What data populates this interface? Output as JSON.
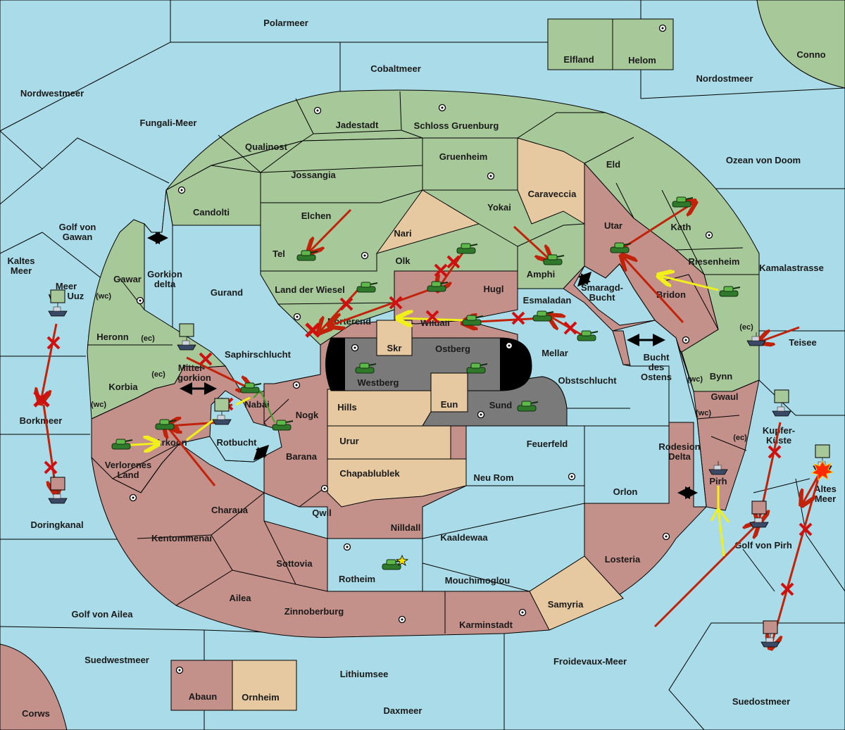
{
  "regions": {
    "polarmeer": "Polarmeer",
    "cobaltmeer": "Cobaltmeer",
    "nordwestmeer": "Nordwestmeer",
    "nordostmeer": "Nordostmeer",
    "conno": "Conno",
    "elfland": "Elfland",
    "helom": "Helom",
    "fungali": "Fungali-Meer",
    "jadestadt": "Jadestadt",
    "schloss": "Schloss Gruenburg",
    "qualinost": "Qualinost",
    "jossangia": "Jossangia",
    "gruenheim": "Gruenheim",
    "caraveccia": "Caraveccia",
    "eld": "Eld",
    "ozean": "Ozean von Doom",
    "candolti": "Candolti",
    "elchen": "Elchen",
    "nari": "Nari",
    "yokai": "Yokai",
    "utar": "Utar",
    "kath": "Kath",
    "golf_gawan": "Golf von Gawan",
    "tel": "Tel",
    "olk": "Olk",
    "amphi": "Amphi",
    "riesenheim": "Riesenheim",
    "kamalastrasse": "Kamalastrasse",
    "kaltes_meer": "Kaltes Meer",
    "gawar": "Gawar",
    "gorkion_delta": "Gorkion delta",
    "gurand": "Gurand",
    "land_wiesel": "Land der Wiesel",
    "hugl": "Hugl",
    "smaragd": "Smaragd-Bucht",
    "bridon": "Bridon",
    "meer_uuz": "Meer von Uuz",
    "wc": "(wc)",
    "ec": "(ec)",
    "esmaladan": "Esmaladan",
    "norterend": "Norterend",
    "wildall": "Wildall",
    "heronn": "Heronn",
    "skr": "Skr",
    "ostberg": "Ostberg",
    "mellar": "Mellar",
    "teisee": "Teisee",
    "saphirschlucht": "Saphirschlucht",
    "bucht_ostens": "Bucht des Ostens",
    "mittelgorkion": "Mittel-gorkion",
    "westberg": "Westberg",
    "obstschlucht": "Obstschlucht",
    "bynn": "Bynn",
    "korbia": "Korbia",
    "nabai": "Nabai",
    "hills": "Hills",
    "eun": "Eun",
    "sund": "Sund",
    "gwaul": "Gwaul",
    "borkmeer": "Borkmeer",
    "nogk": "Nogk",
    "kupferkueste": "Kupfer-Küste",
    "arkoon": "Arkoon",
    "rotbucht": "Rotbucht",
    "urur": "Urur",
    "feuerfeld": "Feuerfeld",
    "rodesion": "Rodesion Delta",
    "verlorenes": "Verlorenes Land",
    "barana": "Barana",
    "chapablublek": "Chapablublek",
    "altes_meer": "Altes Meer",
    "neu_rom": "Neu Rom",
    "pirh": "Pirh",
    "orlon": "Orlon",
    "charaua": "Charaua",
    "qwil": "Qwil",
    "nilldall": "Nilldall",
    "doringkanal": "Doringkanal",
    "kentommenai": "Kentommenai",
    "kaaldewaa": "Kaaldewaa",
    "golf_pirh": "Golf von Pirh",
    "sottovia": "Sottovia",
    "losteria": "Losteria",
    "rotheim": "Rotheim",
    "mouchimoglou": "Mouchimoglou",
    "ailea": "Ailea",
    "samyria": "Samyria",
    "golf_ailea": "Golf von Ailea",
    "zinnoberburg": "Zinnoberburg",
    "karminstadt": "Karminstadt",
    "suedwestmeer": "Suedwestmeer",
    "froidevaux": "Froidevaux-Meer",
    "lithiumsee": "Lithiumsee",
    "abaun": "Abaun",
    "ornheim": "Ornheim",
    "suedostmeer": "Suedostmeer",
    "daxmeer": "Daxmeer",
    "corws": "Corws"
  },
  "colors": {
    "sea": "#a9dce8",
    "green_power": "#a7c99a",
    "red_power": "#c4908a",
    "neutral": "#e6c9a0",
    "impassable": "#7a7a7a",
    "attack_arrow": "#c0220a",
    "support_arrow": "#f2f01a",
    "convoy_arrow": "#3da12a"
  },
  "icons": {
    "army": "tank-icon",
    "fleet": "ship-icon",
    "supply_center": "supply-dot-icon",
    "failed_order": "cross-icon",
    "capital": "star-icon",
    "dislodged": "explosion-icon"
  }
}
